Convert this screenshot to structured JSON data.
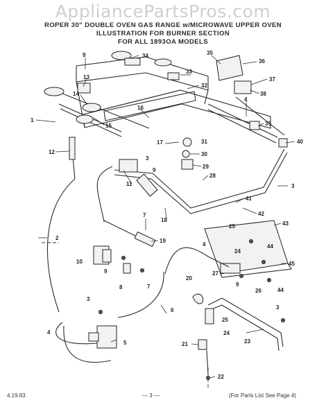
{
  "watermark": "AppliancePartsPros.com",
  "header": {
    "line1": "ROPER 30\" DOUBLE OVEN GAS RANGE w/MICROWAVE UPPER OVEN",
    "line2": "ILLUSTRATION FOR BURNER SECTION",
    "line3": "FOR ALL 1893OA MODELS"
  },
  "footer": {
    "date": "4.19.83",
    "page": "— 3 —",
    "note": "(For Parts List See Page 4)"
  },
  "callouts": [
    {
      "id": "c-34",
      "label": "34"
    },
    {
      "id": "c-9a",
      "label": "9"
    },
    {
      "id": "c-13",
      "label": "13"
    },
    {
      "id": "c-33",
      "label": "33"
    },
    {
      "id": "c-35",
      "label": "35"
    },
    {
      "id": "c-36",
      "label": "36"
    },
    {
      "id": "c-32",
      "label": "32"
    },
    {
      "id": "c-37",
      "label": "37"
    },
    {
      "id": "c-14",
      "label": "14"
    },
    {
      "id": "c-38a",
      "label": "38"
    },
    {
      "id": "c-16",
      "label": "16"
    },
    {
      "id": "c-4a",
      "label": "4"
    },
    {
      "id": "c-1",
      "label": "1"
    },
    {
      "id": "c-15",
      "label": "15"
    },
    {
      "id": "c-39",
      "label": "39"
    },
    {
      "id": "c-17",
      "label": "17"
    },
    {
      "id": "c-31",
      "label": "31"
    },
    {
      "id": "c-40",
      "label": "40"
    },
    {
      "id": "c-12",
      "label": "12"
    },
    {
      "id": "c-30",
      "label": "30"
    },
    {
      "id": "c-3a",
      "label": "3"
    },
    {
      "id": "c-9b",
      "label": "9"
    },
    {
      "id": "c-29",
      "label": "29"
    },
    {
      "id": "c-28",
      "label": "28"
    },
    {
      "id": "c-11",
      "label": "11"
    },
    {
      "id": "c-3b",
      "label": "3"
    },
    {
      "id": "c-41",
      "label": "41"
    },
    {
      "id": "c-2",
      "label": "2"
    },
    {
      "id": "c-42",
      "label": "42"
    },
    {
      "id": "c-18",
      "label": "18"
    },
    {
      "id": "c-7a",
      "label": "7"
    },
    {
      "id": "c-43",
      "label": "43"
    },
    {
      "id": "c-25a",
      "label": "25"
    },
    {
      "id": "c-19",
      "label": "19"
    },
    {
      "id": "c-4b",
      "label": "4"
    },
    {
      "id": "c-24a",
      "label": "24"
    },
    {
      "id": "c-44a",
      "label": "44"
    },
    {
      "id": "c-10",
      "label": "10"
    },
    {
      "id": "c-9c",
      "label": "9"
    },
    {
      "id": "c-27",
      "label": "27"
    },
    {
      "id": "c-45",
      "label": "45"
    },
    {
      "id": "c-8",
      "label": "8"
    },
    {
      "id": "c-7b",
      "label": "7"
    },
    {
      "id": "c-9d",
      "label": "9"
    },
    {
      "id": "c-26",
      "label": "26"
    },
    {
      "id": "c-44b",
      "label": "44"
    },
    {
      "id": "c-20",
      "label": "20"
    },
    {
      "id": "c-3c",
      "label": "3"
    },
    {
      "id": "c-6",
      "label": "6"
    },
    {
      "id": "c-3d",
      "label": "3"
    },
    {
      "id": "c-25b",
      "label": "25"
    },
    {
      "id": "c-4c",
      "label": "4"
    },
    {
      "id": "c-24b",
      "label": "24"
    },
    {
      "id": "c-5",
      "label": "5"
    },
    {
      "id": "c-23",
      "label": "23"
    },
    {
      "id": "c-21",
      "label": "21"
    },
    {
      "id": "c-22",
      "label": "22"
    }
  ]
}
